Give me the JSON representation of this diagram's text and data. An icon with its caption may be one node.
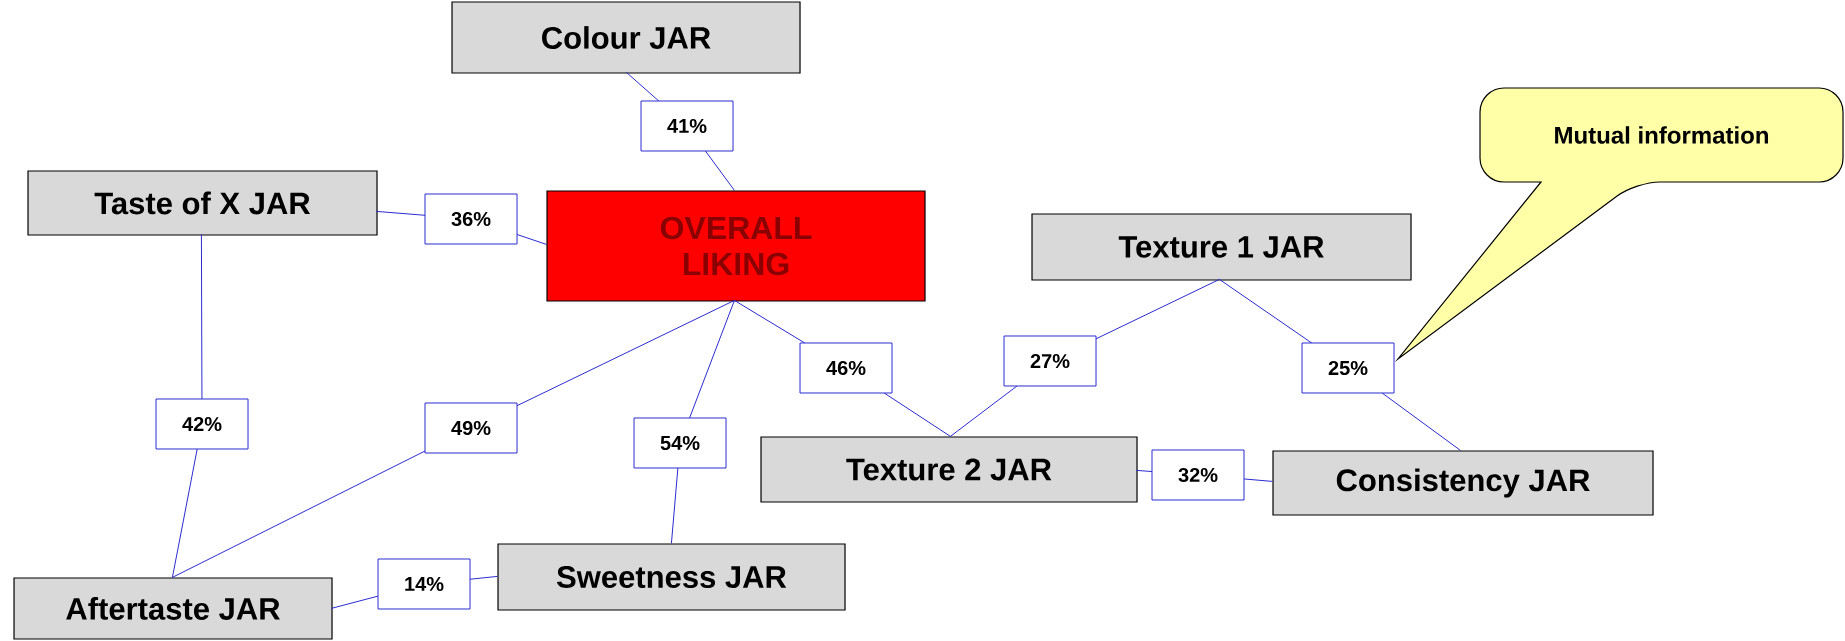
{
  "diagram": {
    "nodes": [
      {
        "text": [
          "Colour JAR"
        ]
      },
      {
        "text": [
          "Taste of X JAR"
        ]
      },
      {
        "text": [
          "OVERALL LIKING"
        ]
      },
      {
        "text": [
          "Texture 1 JAR"
        ]
      },
      {
        "text": [
          "Mutual information"
        ]
      },
      {
        "text": [
          "Texture 2 JAR"
        ]
      },
      {
        "text": [
          "Consistency  JAR"
        ]
      },
      {
        "text": [
          "Sweetness JAR"
        ]
      },
      {
        "text": [
          "Aftertaste JAR"
        ]
      }
    ],
    "edges": [
      {
        "from": 0,
        "to": 2,
        "arrow": "none",
        "label": "41%"
      },
      {
        "from": 1,
        "to": 2,
        "arrow": "none",
        "label": "36%"
      },
      {
        "from": 1,
        "to": 8,
        "arrow": "none",
        "label": "42%"
      },
      {
        "from": 2,
        "to": 8,
        "arrow": "none",
        "label": "49%"
      },
      {
        "from": 2,
        "to": 7,
        "arrow": "none",
        "label": "54%"
      },
      {
        "from": 2,
        "to": 5,
        "arrow": "none",
        "label": "46%"
      },
      {
        "from": 5,
        "to": 3,
        "arrow": "none",
        "label": "27%"
      },
      {
        "from": 3,
        "to": 6,
        "arrow": "none",
        "label": "25%"
      },
      {
        "from": 5,
        "to": 6,
        "arrow": "none",
        "label": "32%"
      },
      {
        "from": 8,
        "to": 7,
        "arrow": "none",
        "label": "14%"
      }
    ]
  }
}
